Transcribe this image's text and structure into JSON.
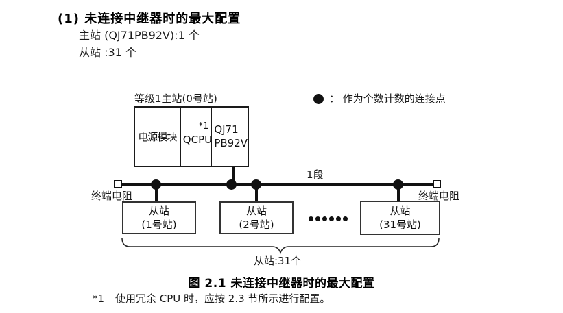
{
  "page": {
    "heading": "(1) 未连接中继器时的最大配置",
    "master_count_line": "主站 (QJ71PB92V):1 个",
    "slave_count_line": "从站 :31 个"
  },
  "diagram": {
    "master_label": "等级1主站(0号站)",
    "master_modules": {
      "power": "电源模块",
      "cpu": "QCPU",
      "cpu_note": "*1",
      "pb_line1": "QJ71",
      "pb_line2": "PB92V"
    },
    "legend_label": "： 作为个数计数的连接点",
    "segment_label": "1段",
    "terminator_left_label": "终端电阻",
    "terminator_right_label": "终端电阻",
    "slaves": [
      {
        "line1": "从站",
        "line2": "(1号站)"
      },
      {
        "line1": "从站",
        "line2": "(2号站)"
      },
      {
        "line1": "从站",
        "line2": "(31号站)"
      }
    ],
    "ellipsis_dots": 6,
    "brace_label": "从站:31个"
  },
  "caption": "图 2.1 未连接中继器时的最大配置",
  "footnote": {
    "marker": "*1",
    "text": "使用冗余 CPU 时，应按 2.3 节所示进行配置。"
  }
}
